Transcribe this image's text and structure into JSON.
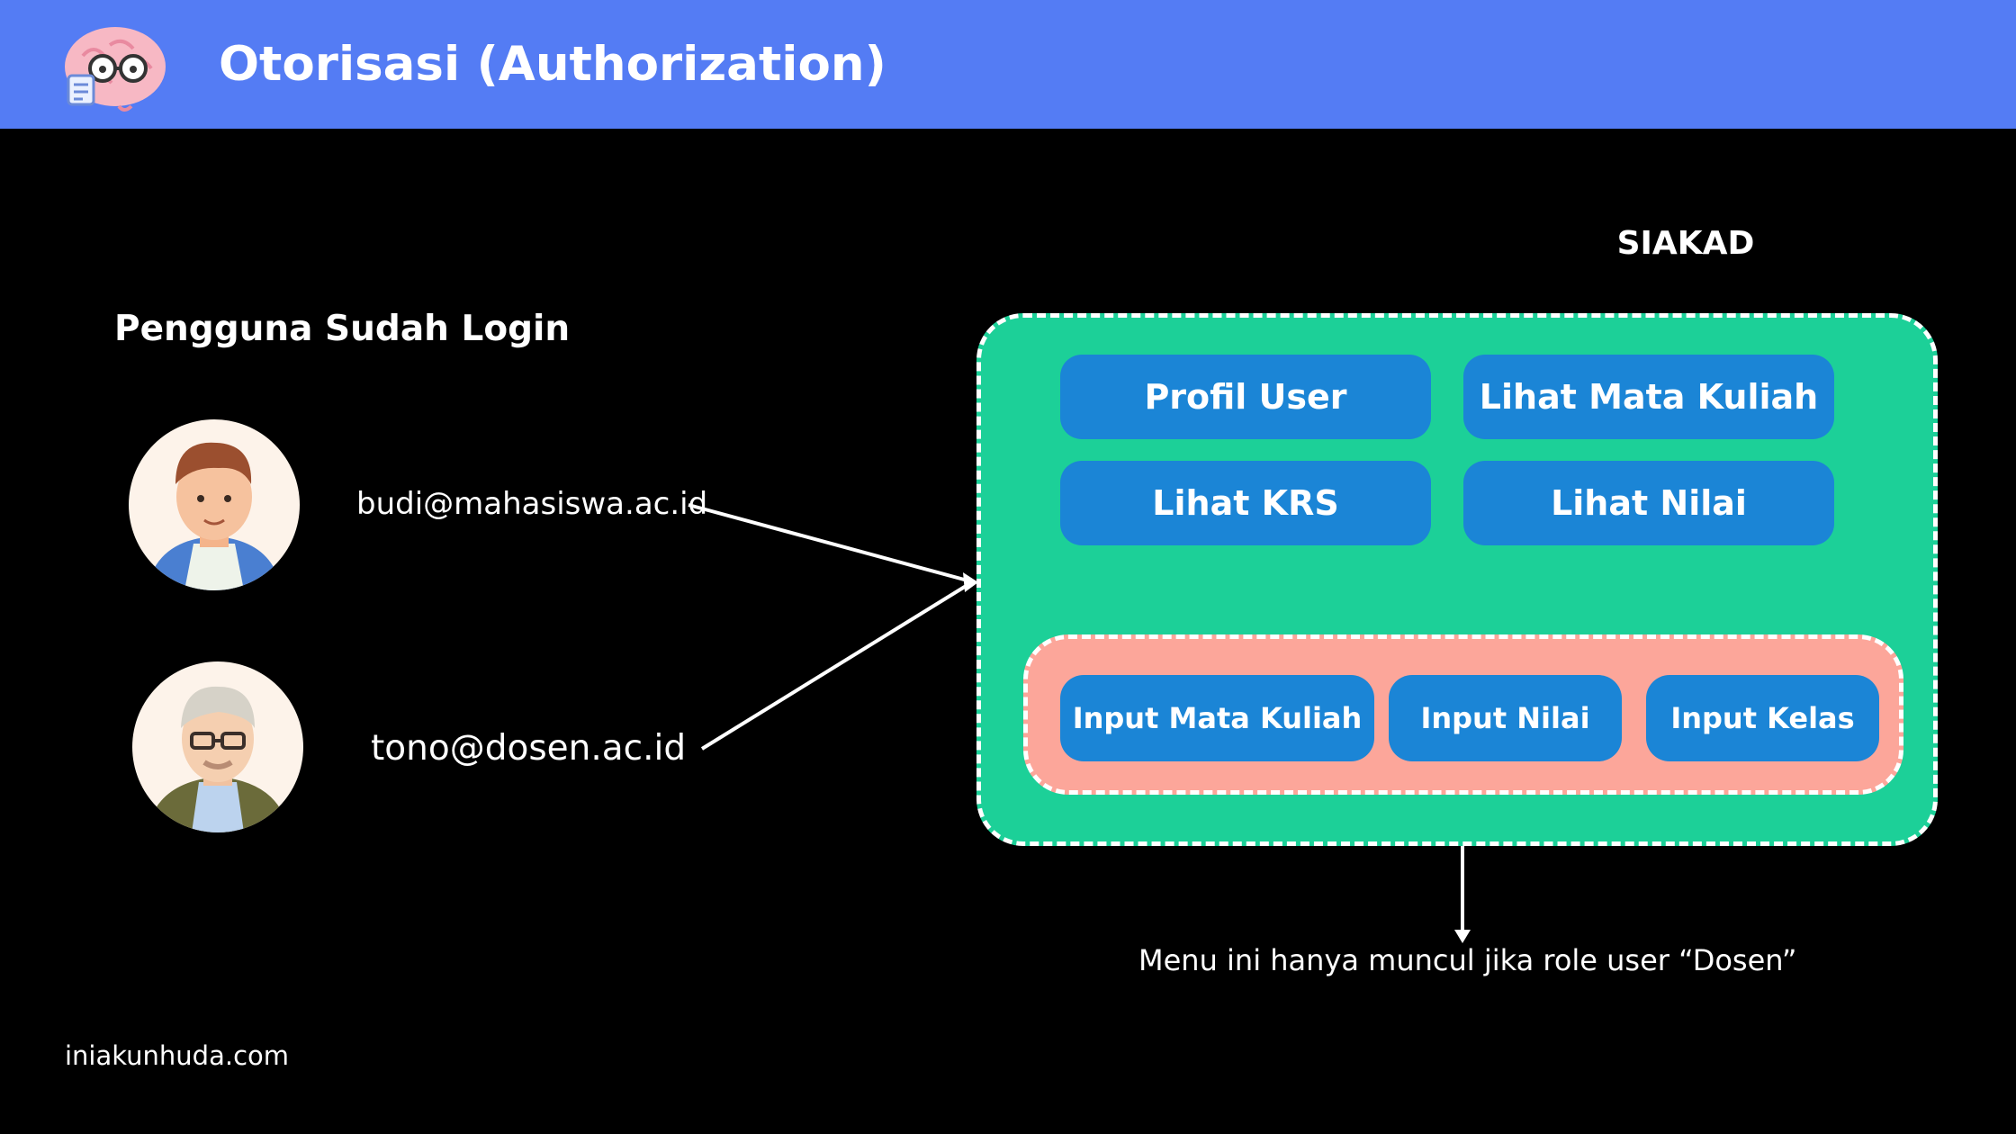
{
  "header": {
    "title": "Otorisasi (Authorization)",
    "logo_icon": "brain-mascot-icon",
    "background": "#547cf4"
  },
  "users": {
    "heading": "Pengguna Sudah Login",
    "list": [
      {
        "email": "budi@mahasiswa.ac.id",
        "avatar_icon": "student-avatar-icon"
      },
      {
        "email": "tono@dosen.ac.id",
        "avatar_icon": "lecturer-avatar-icon"
      }
    ]
  },
  "system": {
    "title": "SIAKAD",
    "box_color": "#1cd098",
    "menus": [
      "Profil User",
      "Lihat Mata Kuliah",
      "Lihat KRS",
      "Lihat Nilai"
    ],
    "dosen_box_color": "#fca69a",
    "dosen_menus": [
      "Input Mata Kuliah",
      "Input Nilai",
      "Input Kelas"
    ],
    "button_color": "#1b85d6"
  },
  "note": "Menu ini hanya muncul jika role user “Dosen”",
  "footer": "iniakunhuda.com"
}
